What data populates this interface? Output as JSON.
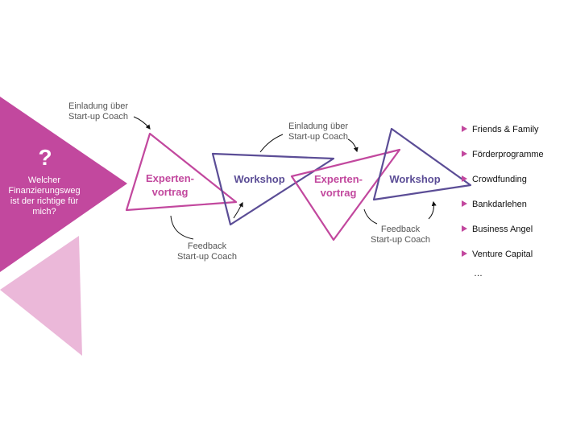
{
  "colors": {
    "magenta": "#c2489e",
    "light_pink": "#ebb8d9",
    "purple": "#5b4d96",
    "annotation": "#555555"
  },
  "question": {
    "mark": "?",
    "lines": [
      "Welcher",
      "Finanzierungsweg",
      "ist der richtige für",
      "mich?"
    ]
  },
  "stages": [
    {
      "label_lines": [
        "Experten-",
        "vortrag"
      ],
      "color": "#c2489e"
    },
    {
      "label_lines": [
        "Workshop"
      ],
      "color": "#5b4d96"
    },
    {
      "label_lines": [
        "Experten-",
        "vortrag"
      ],
      "color": "#c2489e"
    },
    {
      "label_lines": [
        "Workshop"
      ],
      "color": "#5b4d96"
    }
  ],
  "annotations": {
    "invite_1": [
      "Einladung über",
      "Start-up Coach"
    ],
    "feedback_1": [
      "Feedback",
      "Start-up Coach"
    ],
    "invite_2": [
      "Einladung über",
      "Start-up Coach"
    ],
    "feedback_2": [
      "Feedback",
      "Start-up Coach"
    ]
  },
  "options": {
    "bullet_icon": "triangle-bullet-icon",
    "items": [
      "Friends & Family",
      "Förderprogramme",
      "Crowdfunding",
      "Bankdarlehen",
      "Business Angel",
      "Venture Capital"
    ],
    "more": "…"
  }
}
